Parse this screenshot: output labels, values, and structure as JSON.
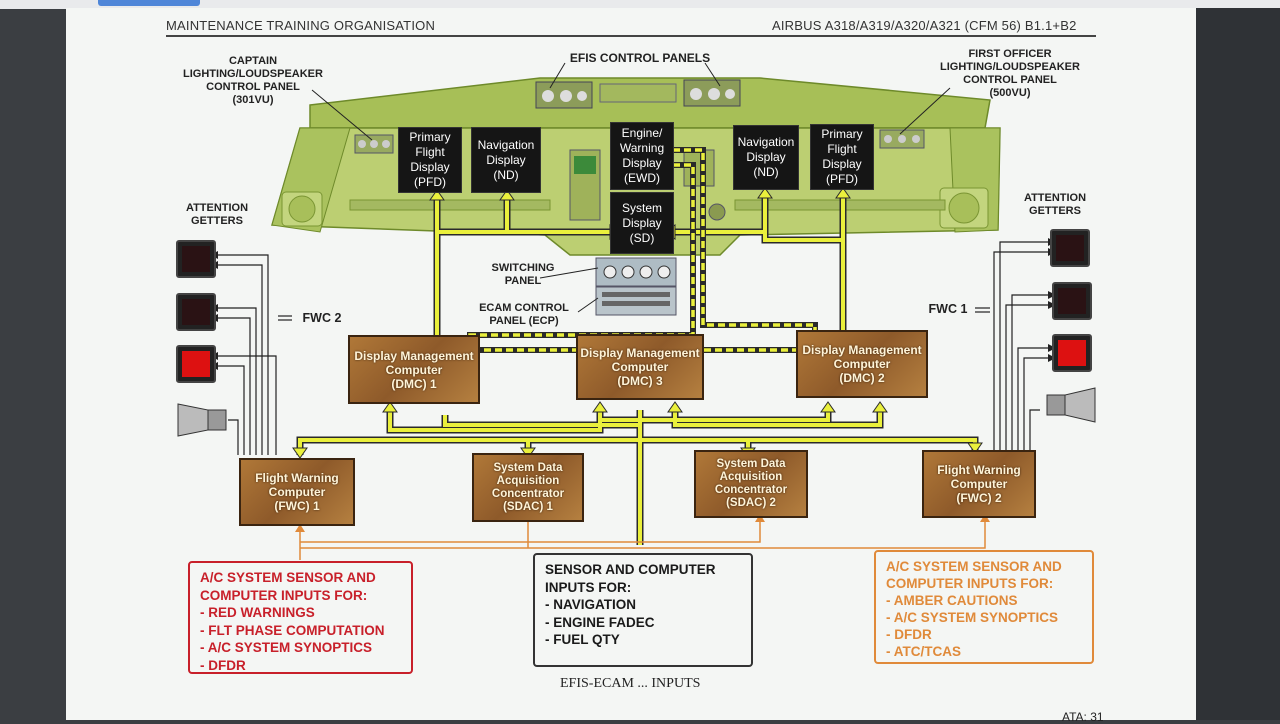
{
  "header": {
    "left": "MAINTENANCE TRAINING ORGANISATION",
    "right": "AIRBUS A318/A319/A320/A321 (CFM 56) B1.1+B2"
  },
  "labels": {
    "efis_panels": "EFIS CONTROL PANELS",
    "captain_panel": "CAPTAIN\nLIGHTING/LOUDSPEAKER\nCONTROL PANEL\n(301VU)",
    "fo_panel": "FIRST OFFICER\nLIGHTING/LOUDSPEAKER\nCONTROL PANEL\n(500VU)",
    "attention_left": "ATTENTION\nGETTERS",
    "attention_right": "ATTENTION\nGETTERS",
    "switching_panel": "SWITCHING\nPANEL",
    "ecp": "ECAM CONTROL\nPANEL (ECP)",
    "fwc2": "FWC 2",
    "fwc1": "FWC 1"
  },
  "screens": {
    "pfd_left": "Primary\nFlight\nDisplay\n(PFD)",
    "nd_left": "Navigation\nDisplay\n(ND)",
    "ewd": "Engine/\nWarning\nDisplay\n(EWD)",
    "sd": "System\nDisplay\n(SD)",
    "nd_right": "Navigation\nDisplay\n(ND)",
    "pfd_right": "Primary\nFlight\nDisplay\n(PFD)"
  },
  "computers": {
    "dmc1": "Display Management\nComputer\n(DMC) 1",
    "dmc3": "Display Management\nComputer\n(DMC) 3",
    "dmc2": "Display Management\nComputer\n(DMC) 2",
    "fwc_1": "Flight Warning\nComputer\n(FWC) 1",
    "sdac1": "System Data\nAcquisition\nConcentrator\n(SDAC) 1",
    "sdac2": "System Data\nAcquisition\nConcentrator\n(SDAC) 2",
    "fwc_2": "Flight Warning\nComputer\n(FWC) 2"
  },
  "inputs": {
    "red": "A/C SYSTEM SENSOR AND\nCOMPUTER INPUTS FOR:\n-  RED WARNINGS\n-  FLT PHASE COMPUTATION\n-  A/C SYSTEM SYNOPTICS\n-  DFDR",
    "center": "SENSOR AND COMPUTER\nINPUTS FOR:\n-  NAVIGATION\n-  ENGINE FADEC\n-  FUEL QTY",
    "amber": "A/C SYSTEM SENSOR AND\nCOMPUTER INPUTS FOR:\n-  AMBER CAUTIONS\n-  A/C SYSTEM SYNOPTICS\n-  DFDR\n-  ATC/TCAS"
  },
  "caption": "EFIS-ECAM ... INPUTS",
  "footer": "ATA: 31",
  "colors": {
    "panel": "#b9cf6c",
    "bus": "#e8ee3a",
    "red_input": "#c8202a",
    "amber_input": "#e08a3a",
    "computer": "#a8703a"
  }
}
